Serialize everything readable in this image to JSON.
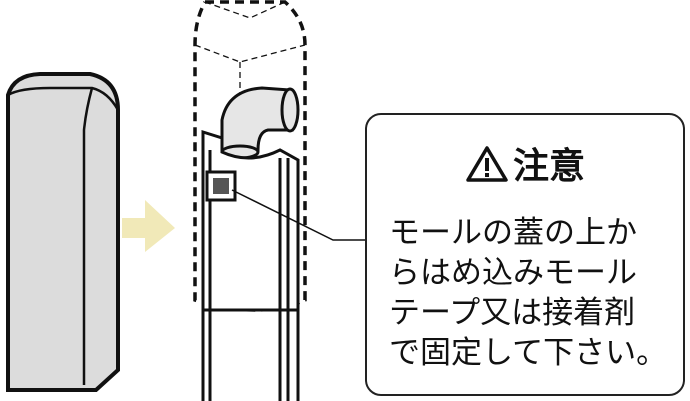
{
  "note": {
    "icon": "warning-triangle-icon",
    "title": "注意",
    "lines": [
      "モールの蓋の上か",
      "らはめ込みモール",
      "テープ又は接着剤",
      "で固定して下さい。"
    ]
  },
  "colors": {
    "cover": "#dcdcdc",
    "arrow": "#f1e9b8",
    "line": "#111111"
  }
}
